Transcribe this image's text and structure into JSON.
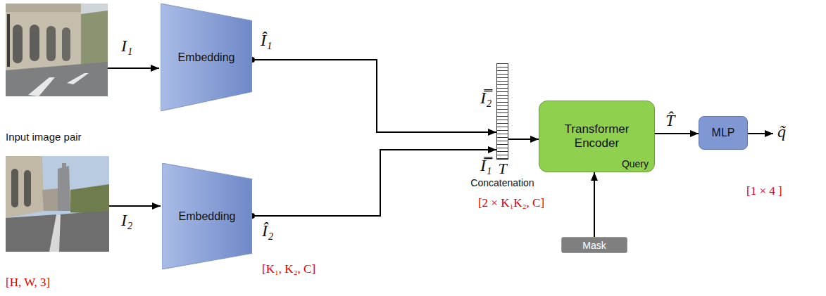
{
  "diagram": {
    "nodes": [
      {
        "text": [
          "Embedding"
        ]
      },
      {
        "text": [
          "Embedding"
        ]
      },
      {
        "text": [
          "T",
          "Concatenation"
        ]
      },
      {
        "text": [
          "Transformer Encoder",
          "Query"
        ]
      },
      {
        "text": [
          "Mask"
        ]
      },
      {
        "text": [
          "MLP"
        ]
      }
    ],
    "edges": [
      {
        "from": 0,
        "to": 2,
        "arrow": "to"
      },
      {
        "from": 1,
        "to": 2,
        "arrow": "to"
      },
      {
        "from": 2,
        "to": 3,
        "arrow": "to"
      },
      {
        "from": 4,
        "to": 3,
        "arrow": "to"
      },
      {
        "from": 3,
        "to": 5,
        "arrow": "to"
      }
    ],
    "labels": [
      "I₁",
      "Î₁",
      "Input image pair",
      "I₂",
      "Î₂",
      "[H, W, 3]",
      "[K₁, K₂, C]",
      "I̿₂",
      "I̿₁",
      "[2 × K₁K₂, C]",
      "T̂",
      "q̃",
      "[1 × 4 ]"
    ]
  }
}
